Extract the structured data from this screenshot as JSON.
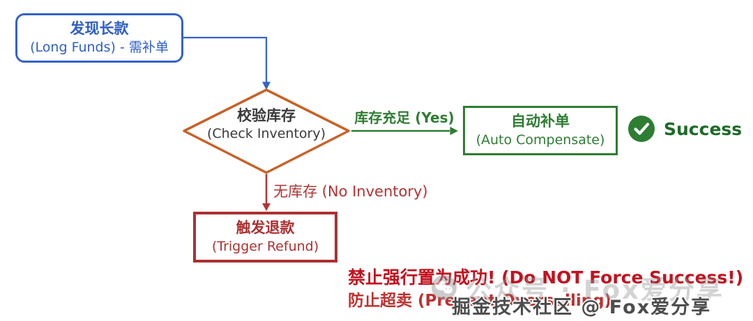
{
  "diagram": {
    "start": {
      "title": "发现长款",
      "subtitle": "(Long Funds) - 需补单"
    },
    "decision": {
      "title": "校验库存",
      "subtitle": "(Check Inventory)"
    },
    "yes_branch_label": "库存充足 (Yes)",
    "auto_compensate": {
      "title": "自动补单",
      "subtitle": "(Auto Compensate)"
    },
    "success_label": "Success",
    "no_branch_label": "无库存 (No Inventory)",
    "refund": {
      "title": "触发退款",
      "subtitle": "(Trigger Refund)"
    },
    "warning_line1": "禁止强行置为成功! (Do NOT Force Success!)",
    "warning_line2": "防止超卖 (Prevent Overselling)"
  },
  "watermarks": {
    "wechat_text": "公众号 · Fox爱分享",
    "overlay_text": "掘金技术社区 @ Fox爱分享"
  },
  "icons": {
    "success_icon": "check-circle",
    "wechat_icon": "wechat-bubbles"
  },
  "colors": {
    "start_blue": "#3462c8",
    "decision_orange": "#c96128",
    "branch_green": "#2e7d32",
    "success_dark_green": "#1d6b27",
    "refund_red": "#ad3030",
    "warning_red": "#c2121f",
    "node_text_dark": "#3a3a3a",
    "watermark_gray": "#4d4d4d"
  }
}
